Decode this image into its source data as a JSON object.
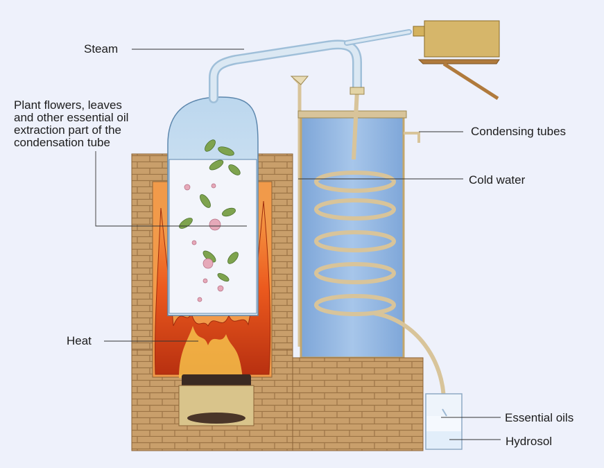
{
  "labels": {
    "steam": "Steam",
    "plant_lines": [
      "Plant flowers, leaves",
      "and other essential oil",
      "extraction part of the",
      "condensation tube"
    ],
    "heat": "Heat",
    "condensing_tubes": "Condensing tubes",
    "cold_water": "Cold water",
    "essential_oils": "Essential oils",
    "hydrosol": "Hydrosol"
  },
  "colors": {
    "background": "#eef1fb",
    "brick": "#c69a66",
    "glass": "#cfe3f3",
    "cold_water": "#8fb3de",
    "tube": "#d8c49a",
    "flame": "#e8531f",
    "leaf": "#7ea34e",
    "blossom": "#e6a9b9"
  }
}
